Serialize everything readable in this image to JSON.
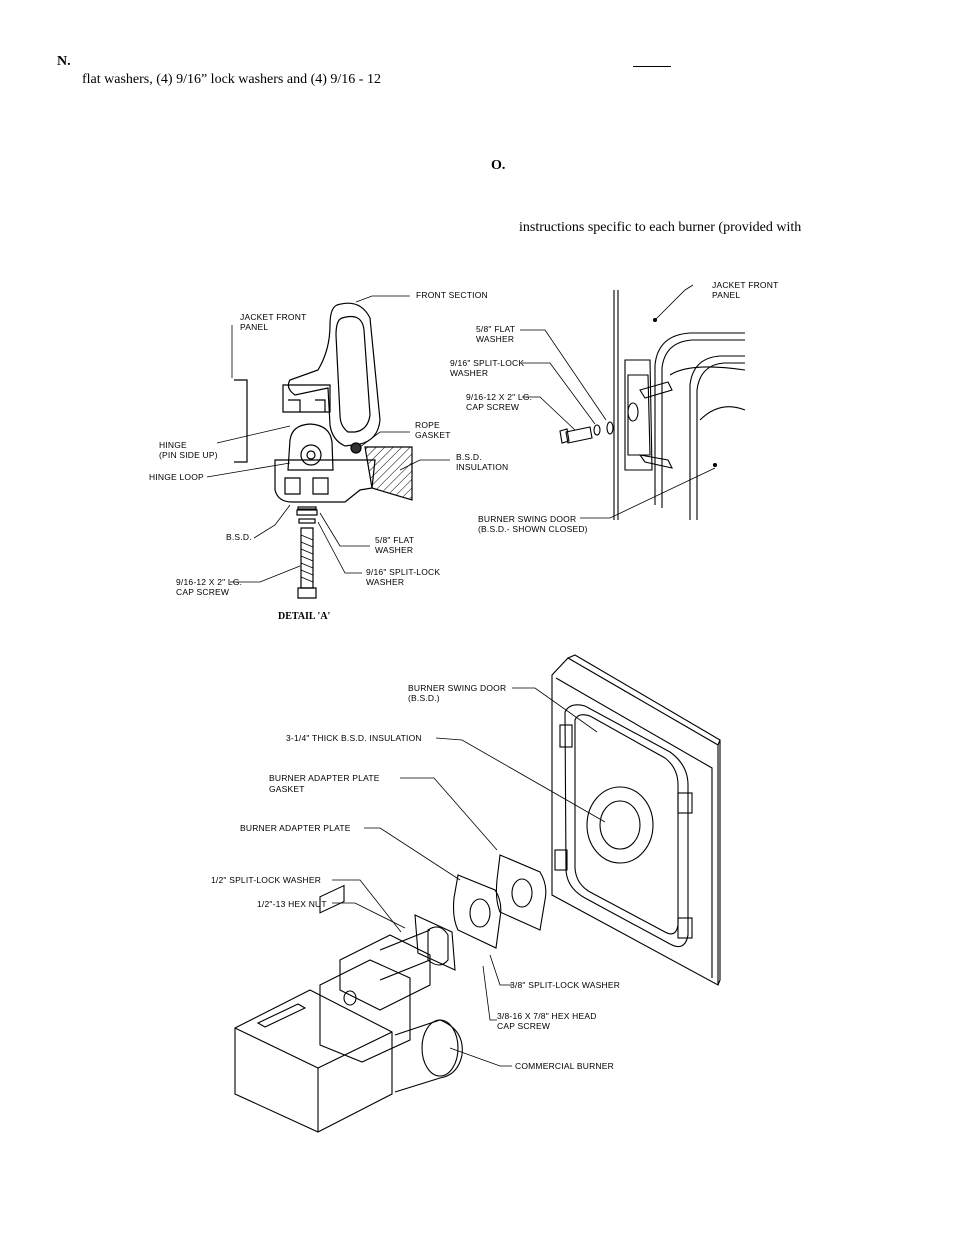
{
  "text": {
    "section_n": "N.",
    "section_n_text": "flat washers, (4) 9/16” lock washers and (4) 9/16 - 12",
    "section_o": "O.",
    "section_o_text": "instructions specific to each burner (provided with"
  },
  "detail_a": {
    "front_section": "FRONT SECTION",
    "jacket_front_panel_1": "JACKET FRONT",
    "jacket_front_panel_2": "PANEL",
    "rope_gasket_1": "ROPE",
    "rope_gasket_2": "GASKET",
    "hinge_1": "HINGE",
    "hinge_2": "(PIN SIDE UP)",
    "hinge_loop": "HINGE LOOP",
    "bsd_insulation_1": "B.S.D.",
    "bsd_insulation_2": "INSULATION",
    "bsd": "B.S.D.",
    "flat_washer_1": "5/8\" FLAT",
    "flat_washer_2": "WASHER",
    "split_lock_1": "9/16\" SPLIT-LOCK",
    "split_lock_2": "WASHER",
    "cap_screw_1": "9/16-12 X 2\" LG.",
    "cap_screw_2": "CAP SCREW",
    "caption": "DETAIL 'A'"
  },
  "right_detail": {
    "jacket_front_panel_1": "JACKET FRONT",
    "jacket_front_panel_2": "PANEL",
    "flat_washer_1": "5/8\" FLAT",
    "flat_washer_2": "WASHER",
    "split_lock_1": "9/16\" SPLIT-LOCK",
    "split_lock_2": "WASHER",
    "cap_screw_1": "9/16-12 X 2\" LG.",
    "cap_screw_2": "CAP SCREW",
    "swing_door_1": "BURNER SWING DOOR",
    "swing_door_2": "(B.S.D.- SHOWN CLOSED)"
  },
  "exploded": {
    "swing_door_1": "BURNER SWING DOOR",
    "swing_door_2": "(B.S.D.)",
    "insulation": "3-1/4\" THICK B.S.D. INSULATION",
    "adapter_gasket_1": "BURNER ADAPTER PLATE",
    "adapter_gasket_2": "GASKET",
    "adapter_plate": "BURNER ADAPTER PLATE",
    "half_split_lock": "1/2\" SPLIT-LOCK WASHER",
    "hex_nut": "1/2\"-13 HEX NUT",
    "three_eighths_split_lock": "3/8\" SPLIT-LOCK WASHER",
    "hex_head_1": "3/8-16 X 7/8\" HEX HEAD",
    "hex_head_2": "CAP SCREW",
    "commercial_burner": "COMMERCIAL BURNER"
  }
}
